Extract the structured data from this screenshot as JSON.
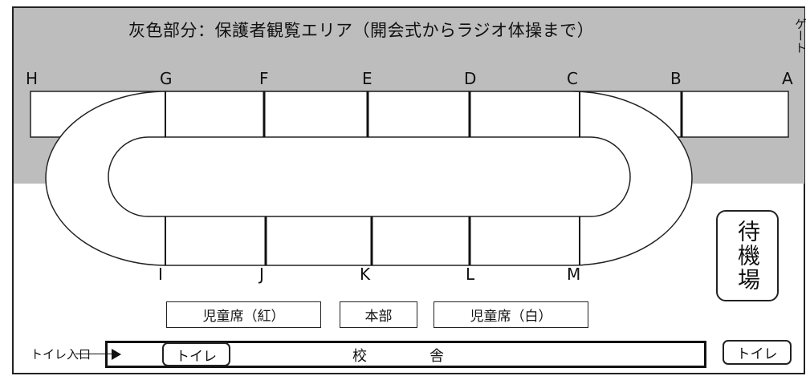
{
  "viewing_area": {
    "caption": "灰色部分：保護者観覧エリア（開会式からラジオ体操まで）",
    "fill_color": "#bdbdbd"
  },
  "gate_label": "ゲート",
  "points_top": [
    "H",
    "G",
    "F",
    "E",
    "D",
    "C",
    "B",
    "A"
  ],
  "points_bottom": [
    "I",
    "J",
    "K",
    "L",
    "M"
  ],
  "seats": {
    "red": "児童席（紅）",
    "hq": "本部",
    "white": "児童席（白）"
  },
  "waiting_area": "待機場",
  "school_building": "校舎",
  "toilet_left": "トイレ",
  "toilet_right": "トイレ",
  "toilet_entrance": "トイレ入口"
}
